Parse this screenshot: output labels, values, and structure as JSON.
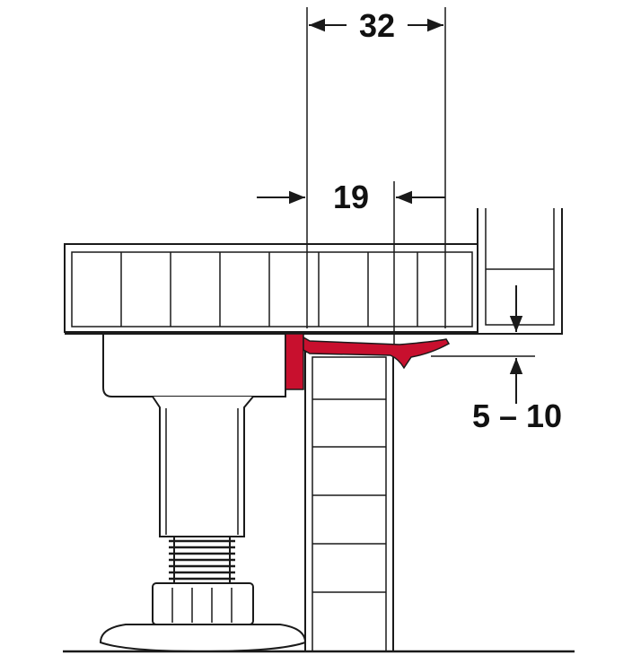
{
  "dimensions": {
    "top": "32",
    "middle": "19",
    "gap": "5 – 10"
  },
  "colors": {
    "line": "#1a1a1a",
    "clip_accent": "#c8102e",
    "background": "#ffffff"
  }
}
